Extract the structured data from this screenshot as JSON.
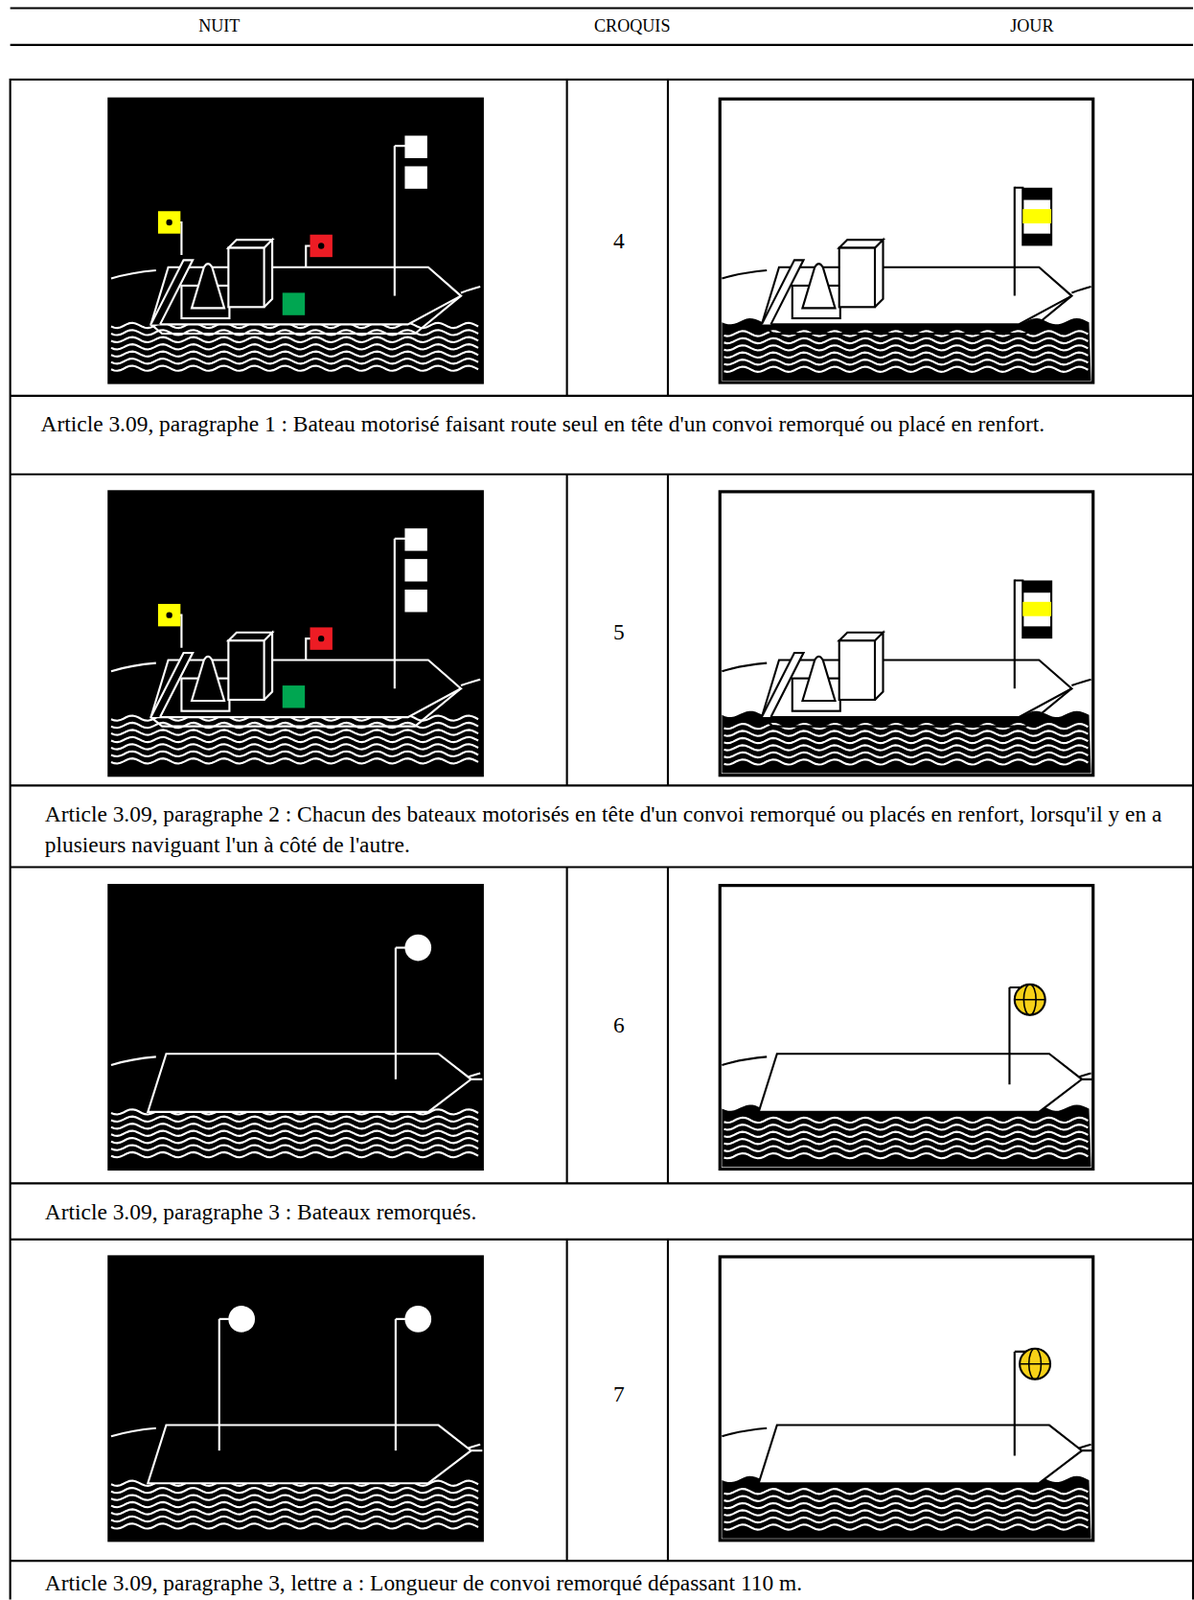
{
  "diagram": {
    "labels": [
      "NUIT",
      "CROQUIS",
      "JOUR",
      "4",
      "Article 3.09, paragraphe 1 : Bateau motorisé faisant route seul en tête d'un convoi remorqué ou placé en renfort.",
      "5",
      "Article 3.09, paragraphe 2 : Chacun des bateaux motorisés en tête d'un convoi remorqué ou placés en renfort, lorsqu'il y en a plusieurs naviguant l'un à côté de l'autre.",
      "6",
      "Article 3.09, paragraphe 3 : Bateaux remorqués.",
      "7",
      "Article 3.09, paragraphe 3, lettre a : Longueur de convoi remorqué dépassant 110 m."
    ]
  }
}
